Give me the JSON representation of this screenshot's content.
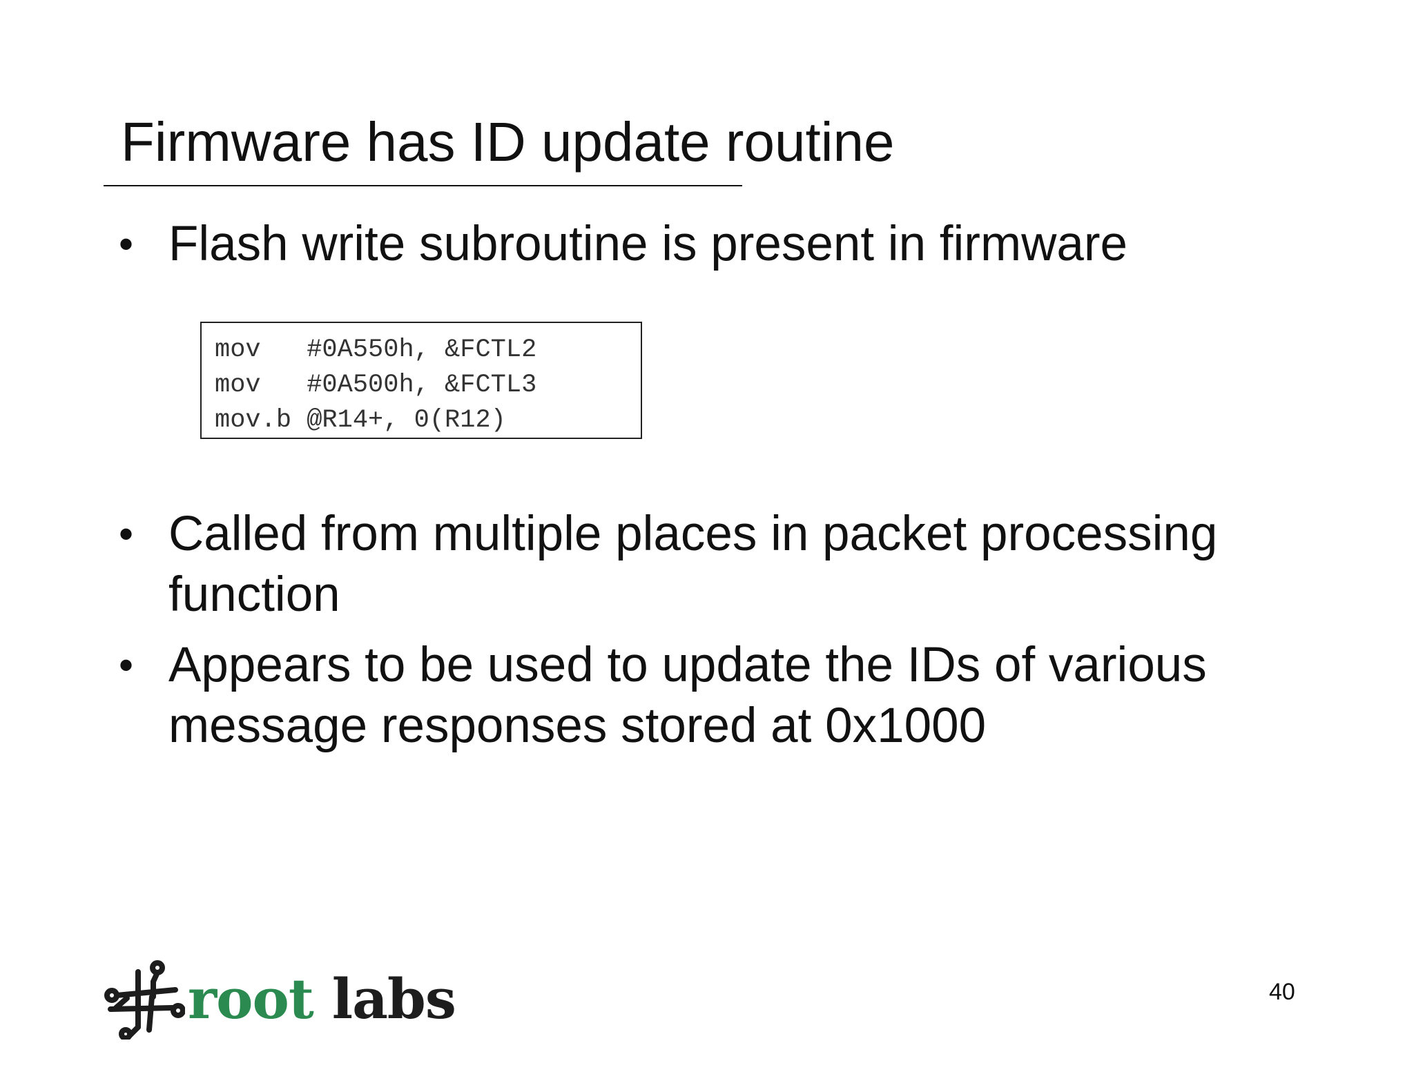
{
  "slide": {
    "title": "Firmware has ID update routine",
    "bullets": [
      "Flash write subroutine is present in firmware",
      "Called from multiple places in packet processing function",
      "Appears to be used to update the IDs of various message responses stored at 0x1000"
    ],
    "bullet_glyph": "•",
    "code_lines": [
      "mov   #0A550h, &FCTL2",
      "mov   #0A500h, &FCTL3",
      "mov.b @R14+, 0(R12)"
    ],
    "logo": {
      "word1": "root",
      "word2": "labs",
      "icon": "circuit-trace-icon",
      "color_root": "#2a8a4f",
      "color_labs": "#1d1d1d"
    },
    "page_number": "40"
  }
}
